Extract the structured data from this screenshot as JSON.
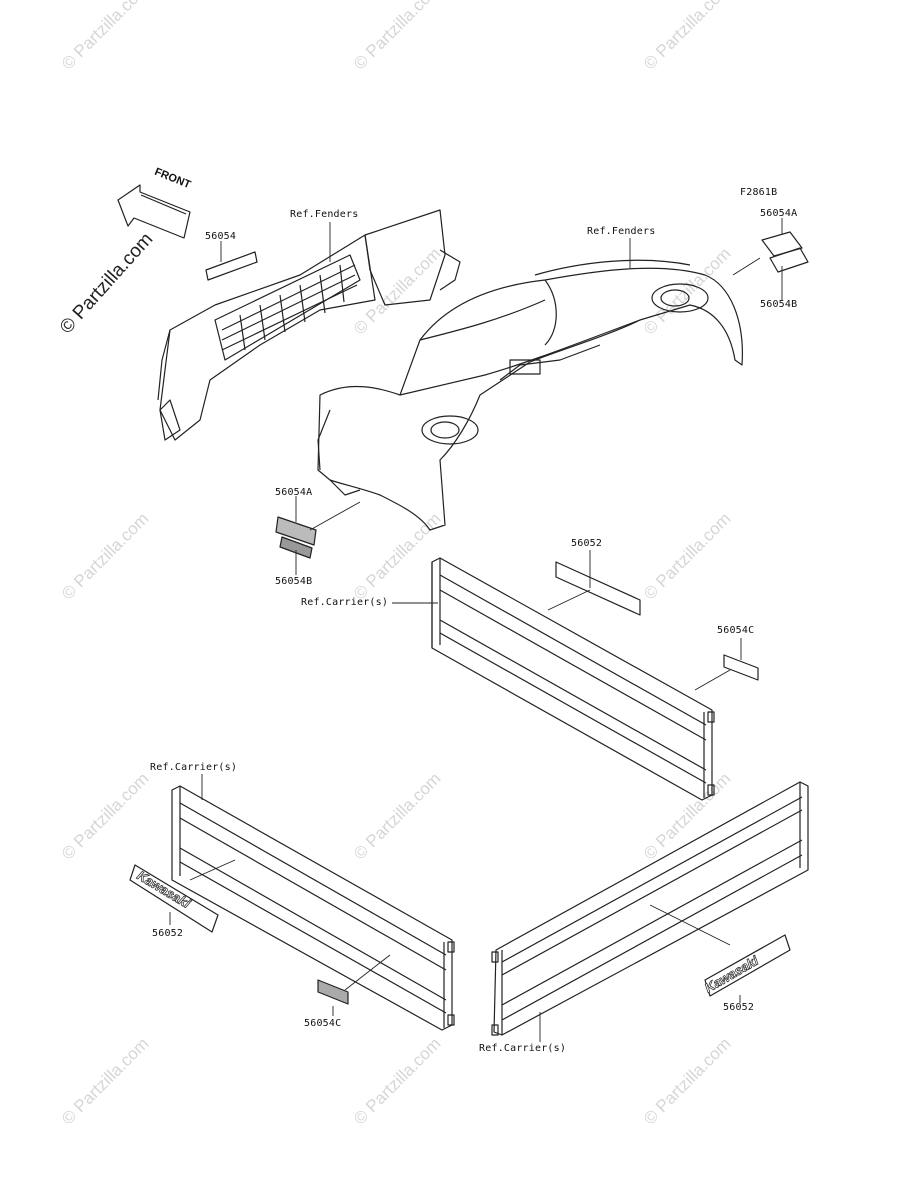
{
  "figure_code": "F2861B",
  "watermark": "© Partzilla.com",
  "front_label": "FRONT",
  "callouts": {
    "p56054_top": "56054",
    "fenders_left": "Ref.Fenders",
    "fenders_right": "Ref.Fenders",
    "p56054A_right": "56054A",
    "p56054B_right": "56054B",
    "p56054A_mid": "56054A",
    "p56054B_mid": "56054B",
    "p56052_mid": "56052",
    "carrier_mid": "Ref.Carrier(s)",
    "p56054C_mid": "56054C",
    "carrier_left": "Ref.Carrier(s)",
    "p56052_left": "56052",
    "p56054C_left": "56054C",
    "p56052_right": "56052",
    "carrier_right": "Ref.Carrier(s)"
  },
  "decal_text": {
    "brand": "Kawasaki"
  }
}
